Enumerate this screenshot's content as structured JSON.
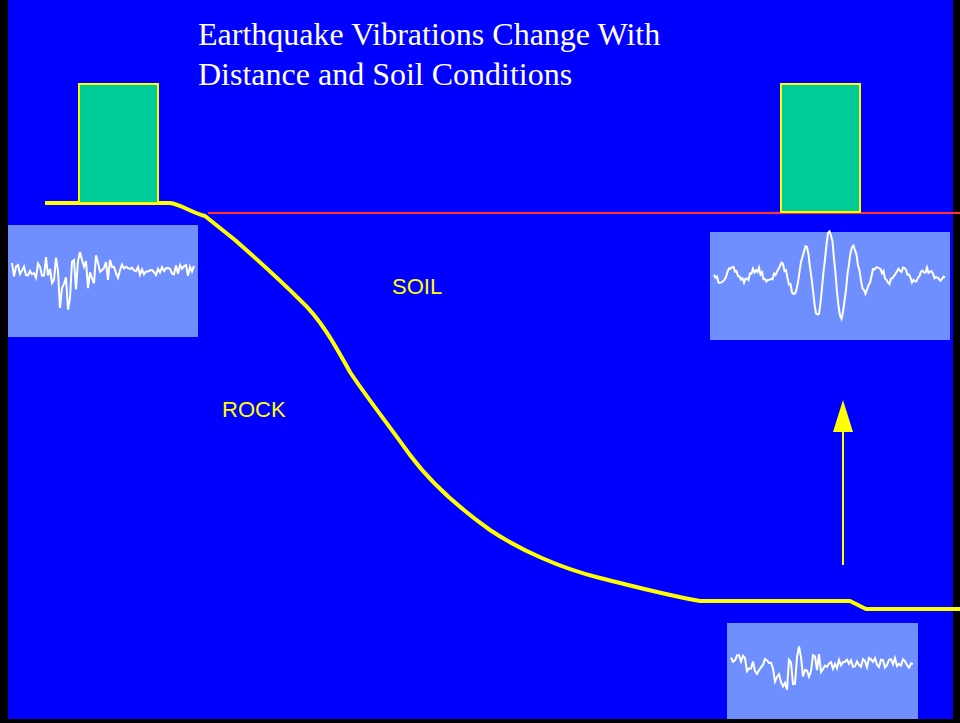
{
  "diagram": {
    "title": "Earthquake Vibrations Change With Distance and Soil Conditions",
    "labels": [
      "SOIL",
      "ROCK"
    ]
  }
}
